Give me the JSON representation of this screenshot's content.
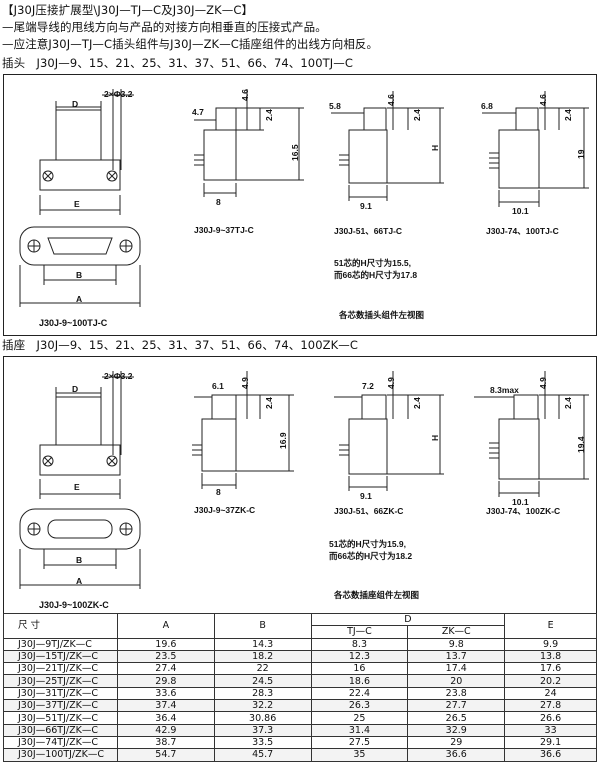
{
  "header": {
    "title": "【J30J压接扩展型\\J30J—TJ—C及J30J—ZK—C】",
    "line1": "—尾端导线的甩线方向与产品的对接方向相垂直的压接式产品。",
    "line2": "—应注意J30J—TJ—C插头组件与J30J—ZK—C插座组件的出线方向相反。"
  },
  "plug": {
    "heading": "插头",
    "models": "J30J—9、15、21、25、31、37、51、66、74、100TJ—C",
    "main_caption": "J30J-9~100TJ-C",
    "labels": {
      "d": "D",
      "holes": "2×Φ3.2",
      "e": "E",
      "b": "B",
      "a": "A"
    },
    "side1": {
      "caption": "J30J-9~37TJ-C",
      "w_top": "4.7",
      "d1": "4.6",
      "d2": "2.4",
      "h": "16.5",
      "w_bot": "8"
    },
    "side2": {
      "caption": "J30J-51、66TJ-C",
      "w_top": "5.8",
      "d1": "4.6",
      "d2": "2.4",
      "h": "H",
      "w_bot": "9.1"
    },
    "side3": {
      "caption": "J30J-74、100TJ-C",
      "w_top": "6.8",
      "d1": "4.6",
      "d2": "2.4",
      "h": "19",
      "w_bot": "10.1"
    },
    "note1": "51芯的H尺寸为15.5,",
    "note2": "而66芯的H尺寸为17.8",
    "view_note": "各芯数插头组件左视图"
  },
  "socket": {
    "heading": "插座",
    "models": "J30J—9、15、21、25、31、37、51、66、74、100ZK—C",
    "main_caption": "J30J-9~100ZK-C",
    "labels": {
      "d": "D",
      "holes": "2×Φ3.2",
      "e": "E",
      "b": "B",
      "a": "A"
    },
    "side1": {
      "caption": "J30J-9~37ZK-C",
      "w_top": "6.1",
      "d1": "4.9",
      "d2": "2.4",
      "h": "16.9",
      "w_bot": "8"
    },
    "side2": {
      "caption": "J30J-51、66ZK-C",
      "w_top": "7.2",
      "d1": "4.9",
      "d2": "2.4",
      "h": "H",
      "w_bot": "9.1"
    },
    "side3": {
      "caption": "J30J-74、100ZK-C",
      "w_top": "8.3max",
      "d1": "4.9",
      "d2": "2.4",
      "h": "19.4",
      "w_bot": "10.1"
    },
    "note1": "51芯的H尺寸为15.9,",
    "note2": "而66芯的H尺寸为18.2",
    "view_note": "各芯数插座组件左视图"
  },
  "table": {
    "headers": {
      "size": "尺    寸",
      "a": "A",
      "b": "B",
      "d": "D",
      "d_tj": "TJ—C",
      "d_zk": "ZK—C",
      "e": "E"
    },
    "rows": [
      {
        "model": "J30J—9TJ/ZK—C",
        "a": "19.6",
        "b": "14.3",
        "tj": "8.3",
        "zk": "9.8",
        "e": "9.9"
      },
      {
        "model": "J30J—15TJ/ZK—C",
        "a": "23.5",
        "b": "18.2",
        "tj": "12.3",
        "zk": "13.7",
        "e": "13.8"
      },
      {
        "model": "J30J—21TJ/ZK—C",
        "a": "27.4",
        "b": "22",
        "tj": "16",
        "zk": "17.4",
        "e": "17.6"
      },
      {
        "model": "J30J—25TJ/ZK—C",
        "a": "29.8",
        "b": "24.5",
        "tj": "18.6",
        "zk": "20",
        "e": "20.2"
      },
      {
        "model": "J30J—31TJ/ZK—C",
        "a": "33.6",
        "b": "28.3",
        "tj": "22.4",
        "zk": "23.8",
        "e": "24"
      },
      {
        "model": "J30J—37TJ/ZK—C",
        "a": "37.4",
        "b": "32.2",
        "tj": "26.3",
        "zk": "27.7",
        "e": "27.8"
      },
      {
        "model": "J30J—51TJ/ZK—C",
        "a": "36.4",
        "b": "30.86",
        "tj": "25",
        "zk": "26.5",
        "e": "26.6"
      },
      {
        "model": "J30J—66TJ/ZK—C",
        "a": "42.9",
        "b": "37.3",
        "tj": "31.4",
        "zk": "32.9",
        "e": "33"
      },
      {
        "model": "J30J—74TJ/ZK—C",
        "a": "38.7",
        "b": "33.5",
        "tj": "27.5",
        "zk": "29",
        "e": "29.1"
      },
      {
        "model": "J30J—100TJ/ZK—C",
        "a": "54.7",
        "b": "45.7",
        "tj": "35",
        "zk": "36.6",
        "e": "36.6"
      }
    ]
  }
}
